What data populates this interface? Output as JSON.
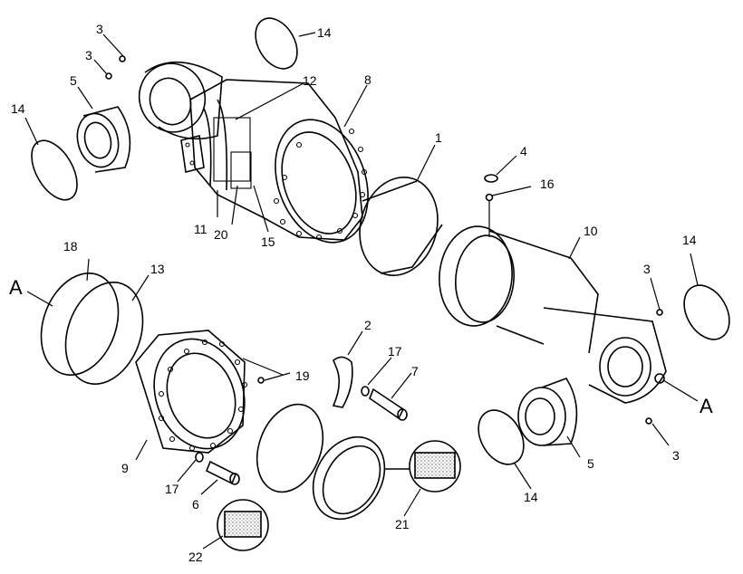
{
  "labels": {
    "p1": "1",
    "p2": "2",
    "p3": "3",
    "p4": "4",
    "p5": "5",
    "p6": "6",
    "p7": "7",
    "p8": "8",
    "p9": "9",
    "p10": "10",
    "p11": "11",
    "p12": "12",
    "p13": "13",
    "p14": "14",
    "p15": "15",
    "p16": "16",
    "p17": "17",
    "p18": "18",
    "p19": "19",
    "p20": "20",
    "p21": "21",
    "p22": "22",
    "refA": "A"
  }
}
